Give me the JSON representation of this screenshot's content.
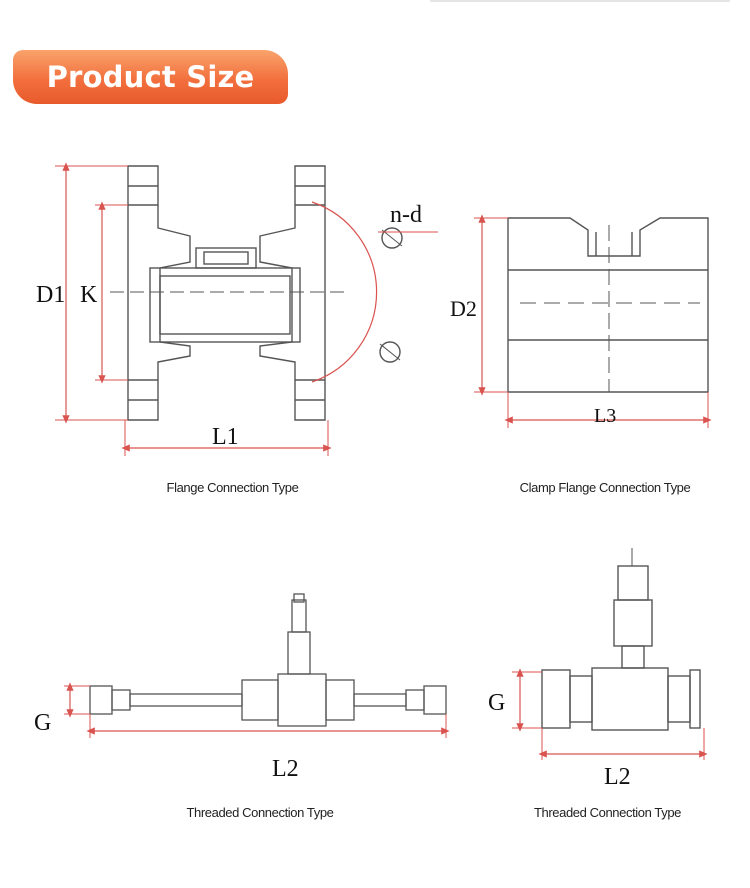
{
  "header": {
    "title": "Product Size"
  },
  "colors": {
    "banner_accent": "#f2703e",
    "dimension_line": "#d9534f",
    "outline": "#555555"
  },
  "drawings": {
    "flange": {
      "caption": "Flange Connection Type",
      "labels": {
        "d1": "D1",
        "k": "K",
        "nd": "n-d",
        "l1": "L1"
      }
    },
    "clamp": {
      "caption": "Clamp Flange Connection  Type",
      "labels": {
        "d2": "D2",
        "l3": "L3"
      }
    },
    "threaded_long": {
      "caption": "Threaded Connection Type",
      "labels": {
        "g": "G",
        "l2": "L2"
      }
    },
    "threaded_short": {
      "caption": "Threaded Connection  Type",
      "labels": {
        "g": "G",
        "l2": "L2"
      }
    }
  }
}
